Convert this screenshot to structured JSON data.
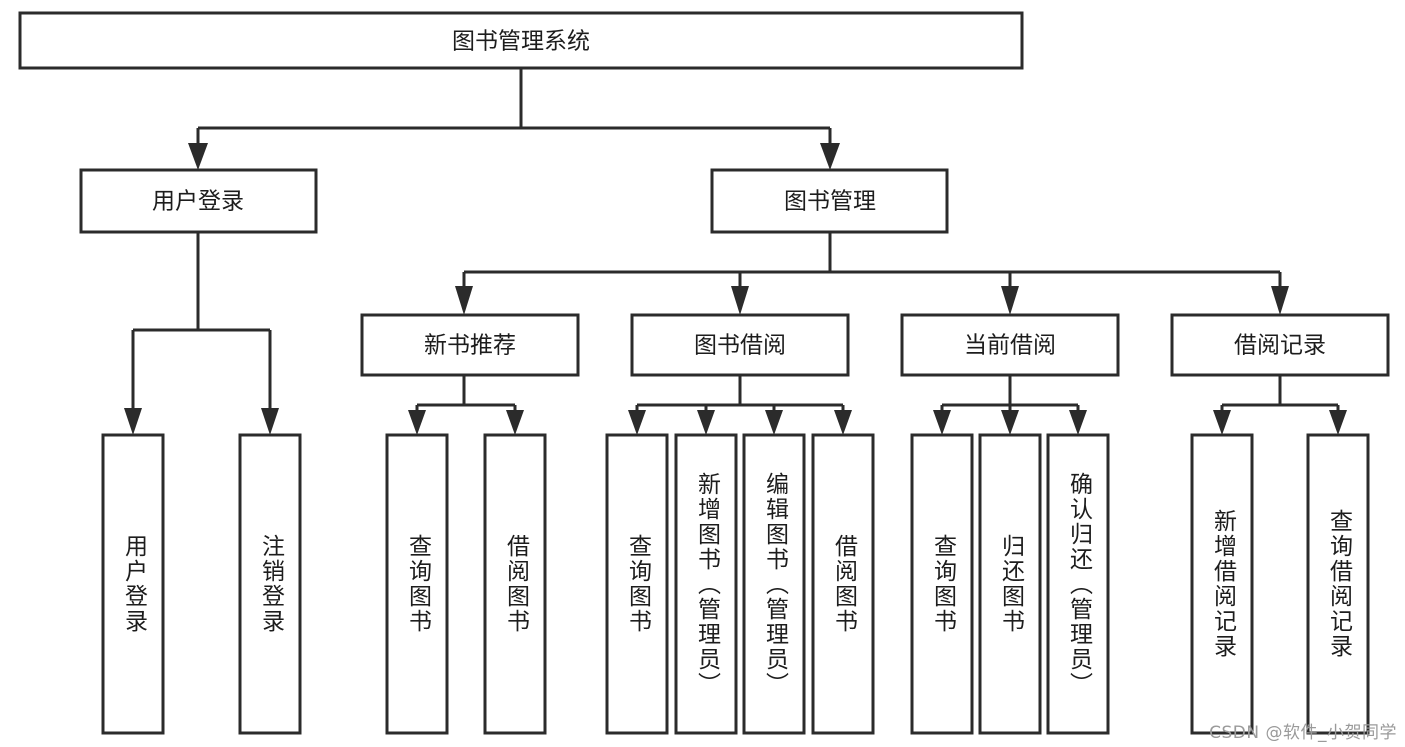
{
  "diagram": {
    "type": "tree",
    "title": "图书管理系统",
    "watermark": "CSDN @软件_小贺同学",
    "colors": {
      "box_stroke": "#2b2b2b",
      "box_fill": "#ffffff",
      "text": "#1d1d1d",
      "background": "#ffffff",
      "watermark": "#9a9a9a"
    },
    "root": {
      "label": "图书管理系统"
    },
    "level2": [
      {
        "label": "用户登录"
      },
      {
        "label": "图书管理"
      }
    ],
    "level3": [
      {
        "label": "新书推荐"
      },
      {
        "label": "图书借阅"
      },
      {
        "label": "当前借阅"
      },
      {
        "label": "借阅记录"
      }
    ],
    "leaves": {
      "user_login": [
        {
          "label": "用户登录"
        },
        {
          "label": "注销登录"
        }
      ],
      "new_book_recommend": [
        {
          "label": "查询图书"
        },
        {
          "label": "借阅图书"
        }
      ],
      "book_borrow": [
        {
          "label": "查询图书"
        },
        {
          "label": "新增图书（管理员）"
        },
        {
          "label": "编辑图书（管理员）"
        },
        {
          "label": "借阅图书"
        }
      ],
      "current_borrow": [
        {
          "label": "查询图书"
        },
        {
          "label": "归还图书"
        },
        {
          "label": "确认归还（管理员）"
        }
      ],
      "borrow_record": [
        {
          "label": "新增借阅记录"
        },
        {
          "label": "查询借阅记录"
        }
      ]
    }
  }
}
